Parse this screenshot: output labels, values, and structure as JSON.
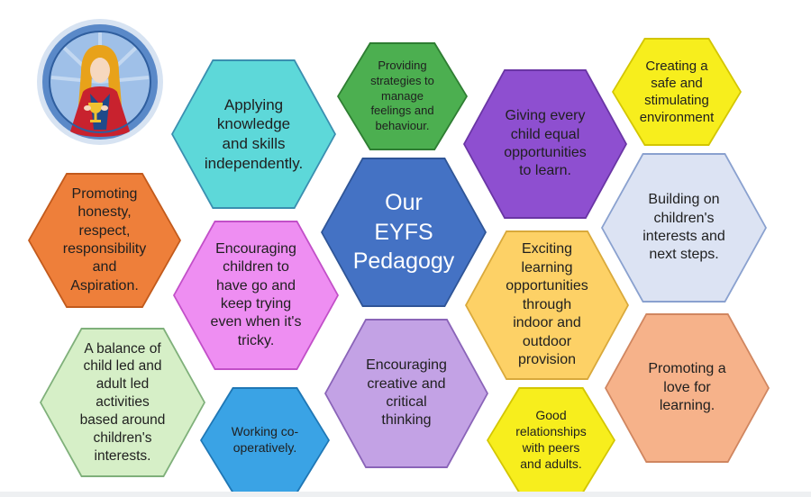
{
  "hexagons": [
    {
      "id": "applying",
      "text": "Applying knowledge and skills independently.",
      "fill": "#5dd8d9",
      "border": "#3a8fb0"
    },
    {
      "id": "feelings",
      "text": "Providing strategies to manage feelings and behaviour.",
      "fill": "#4caf50",
      "border": "#2e7d32"
    },
    {
      "id": "equal",
      "text": "Giving every child equal opportunities to learn.",
      "fill": "#8e4fd0",
      "border": "#6a35a5"
    },
    {
      "id": "safe",
      "text": "Creating a safe and stimulating environment",
      "fill": "#f7ee1d",
      "border": "#d3c600"
    },
    {
      "id": "honesty",
      "text": "Promoting honesty, respect, responsibility and Aspiration.",
      "fill": "#ee7f3a",
      "border": "#c25a1c"
    },
    {
      "id": "center",
      "text": "Our EYFS Pedagogy",
      "fill": "#4472c4",
      "border": "#2f5597"
    },
    {
      "id": "building",
      "text": "Building on children's interests and next steps.",
      "fill": "#dce3f3",
      "border": "#8aa1cf"
    },
    {
      "id": "encouraging",
      "text": "Encouraging children to have go and keep trying even when it's tricky.",
      "fill": "#ee8ef2",
      "border": "#c24fc8"
    },
    {
      "id": "exciting",
      "text": "Exciting learning opportunities through indoor and outdoor provision",
      "fill": "#fdd166",
      "border": "#d9a93b"
    },
    {
      "id": "balance",
      "text": "A balance of child led and adult led activities based around children's interests.",
      "fill": "#d6efc7",
      "border": "#7fb07a"
    },
    {
      "id": "creative",
      "text": "Encouraging creative and critical thinking",
      "fill": "#c3a2e5",
      "border": "#8a64b8"
    },
    {
      "id": "love",
      "text": "Promoting a love for learning.",
      "fill": "#f6b28a",
      "border": "#d08660"
    },
    {
      "id": "cooperative",
      "text": "Working co-operatively.",
      "fill": "#3aa3e5",
      "border": "#1f77b5"
    },
    {
      "id": "relationships",
      "text": "Good relationships with peers and adults.",
      "fill": "#f7ee1d",
      "border": "#d3c600"
    }
  ],
  "colors": {
    "seal_ring": "#5a89c8",
    "seal_inner": "#9fc0e8",
    "robe_red": "#c8222e",
    "hair_gold": "#e8a21a"
  },
  "icons": {
    "logo": "praying-saint-with-chalice-seal"
  }
}
